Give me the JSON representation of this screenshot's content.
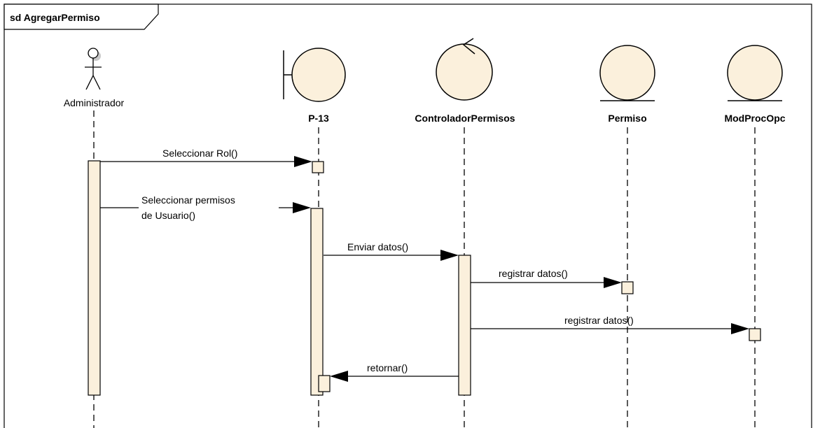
{
  "frame": {
    "title": "sd AgregarPermiso"
  },
  "participants": [
    {
      "id": "administrador",
      "name": "Administrador",
      "kind": "actor"
    },
    {
      "id": "p13",
      "name": "P-13",
      "kind": "boundary"
    },
    {
      "id": "controlador",
      "name": "ControladorPermisos",
      "kind": "control"
    },
    {
      "id": "permiso",
      "name": "Permiso",
      "kind": "entity"
    },
    {
      "id": "modprocopc",
      "name": "ModProcOpc",
      "kind": "entity"
    }
  ],
  "messages": [
    {
      "from": "administrador",
      "to": "p13",
      "label_lines": [
        "Seleccionar Rol()"
      ]
    },
    {
      "from": "administrador",
      "to": "p13",
      "label_lines": [
        "Seleccionar permisos",
        "de Usuario()"
      ]
    },
    {
      "from": "p13",
      "to": "controlador",
      "label_lines": [
        "Enviar datos()"
      ]
    },
    {
      "from": "controlador",
      "to": "permiso",
      "label_lines": [
        "registrar datos()"
      ]
    },
    {
      "from": "controlador",
      "to": "modprocopc",
      "label_lines": [
        "registrar datos()"
      ]
    },
    {
      "from": "controlador",
      "to": "p13",
      "label_lines": [
        "retornar()"
      ]
    }
  ],
  "colors": {
    "fill": "#fbf0dc",
    "stroke": "#000000",
    "shadow": "#c8c8c8",
    "background": "#ffffff"
  }
}
